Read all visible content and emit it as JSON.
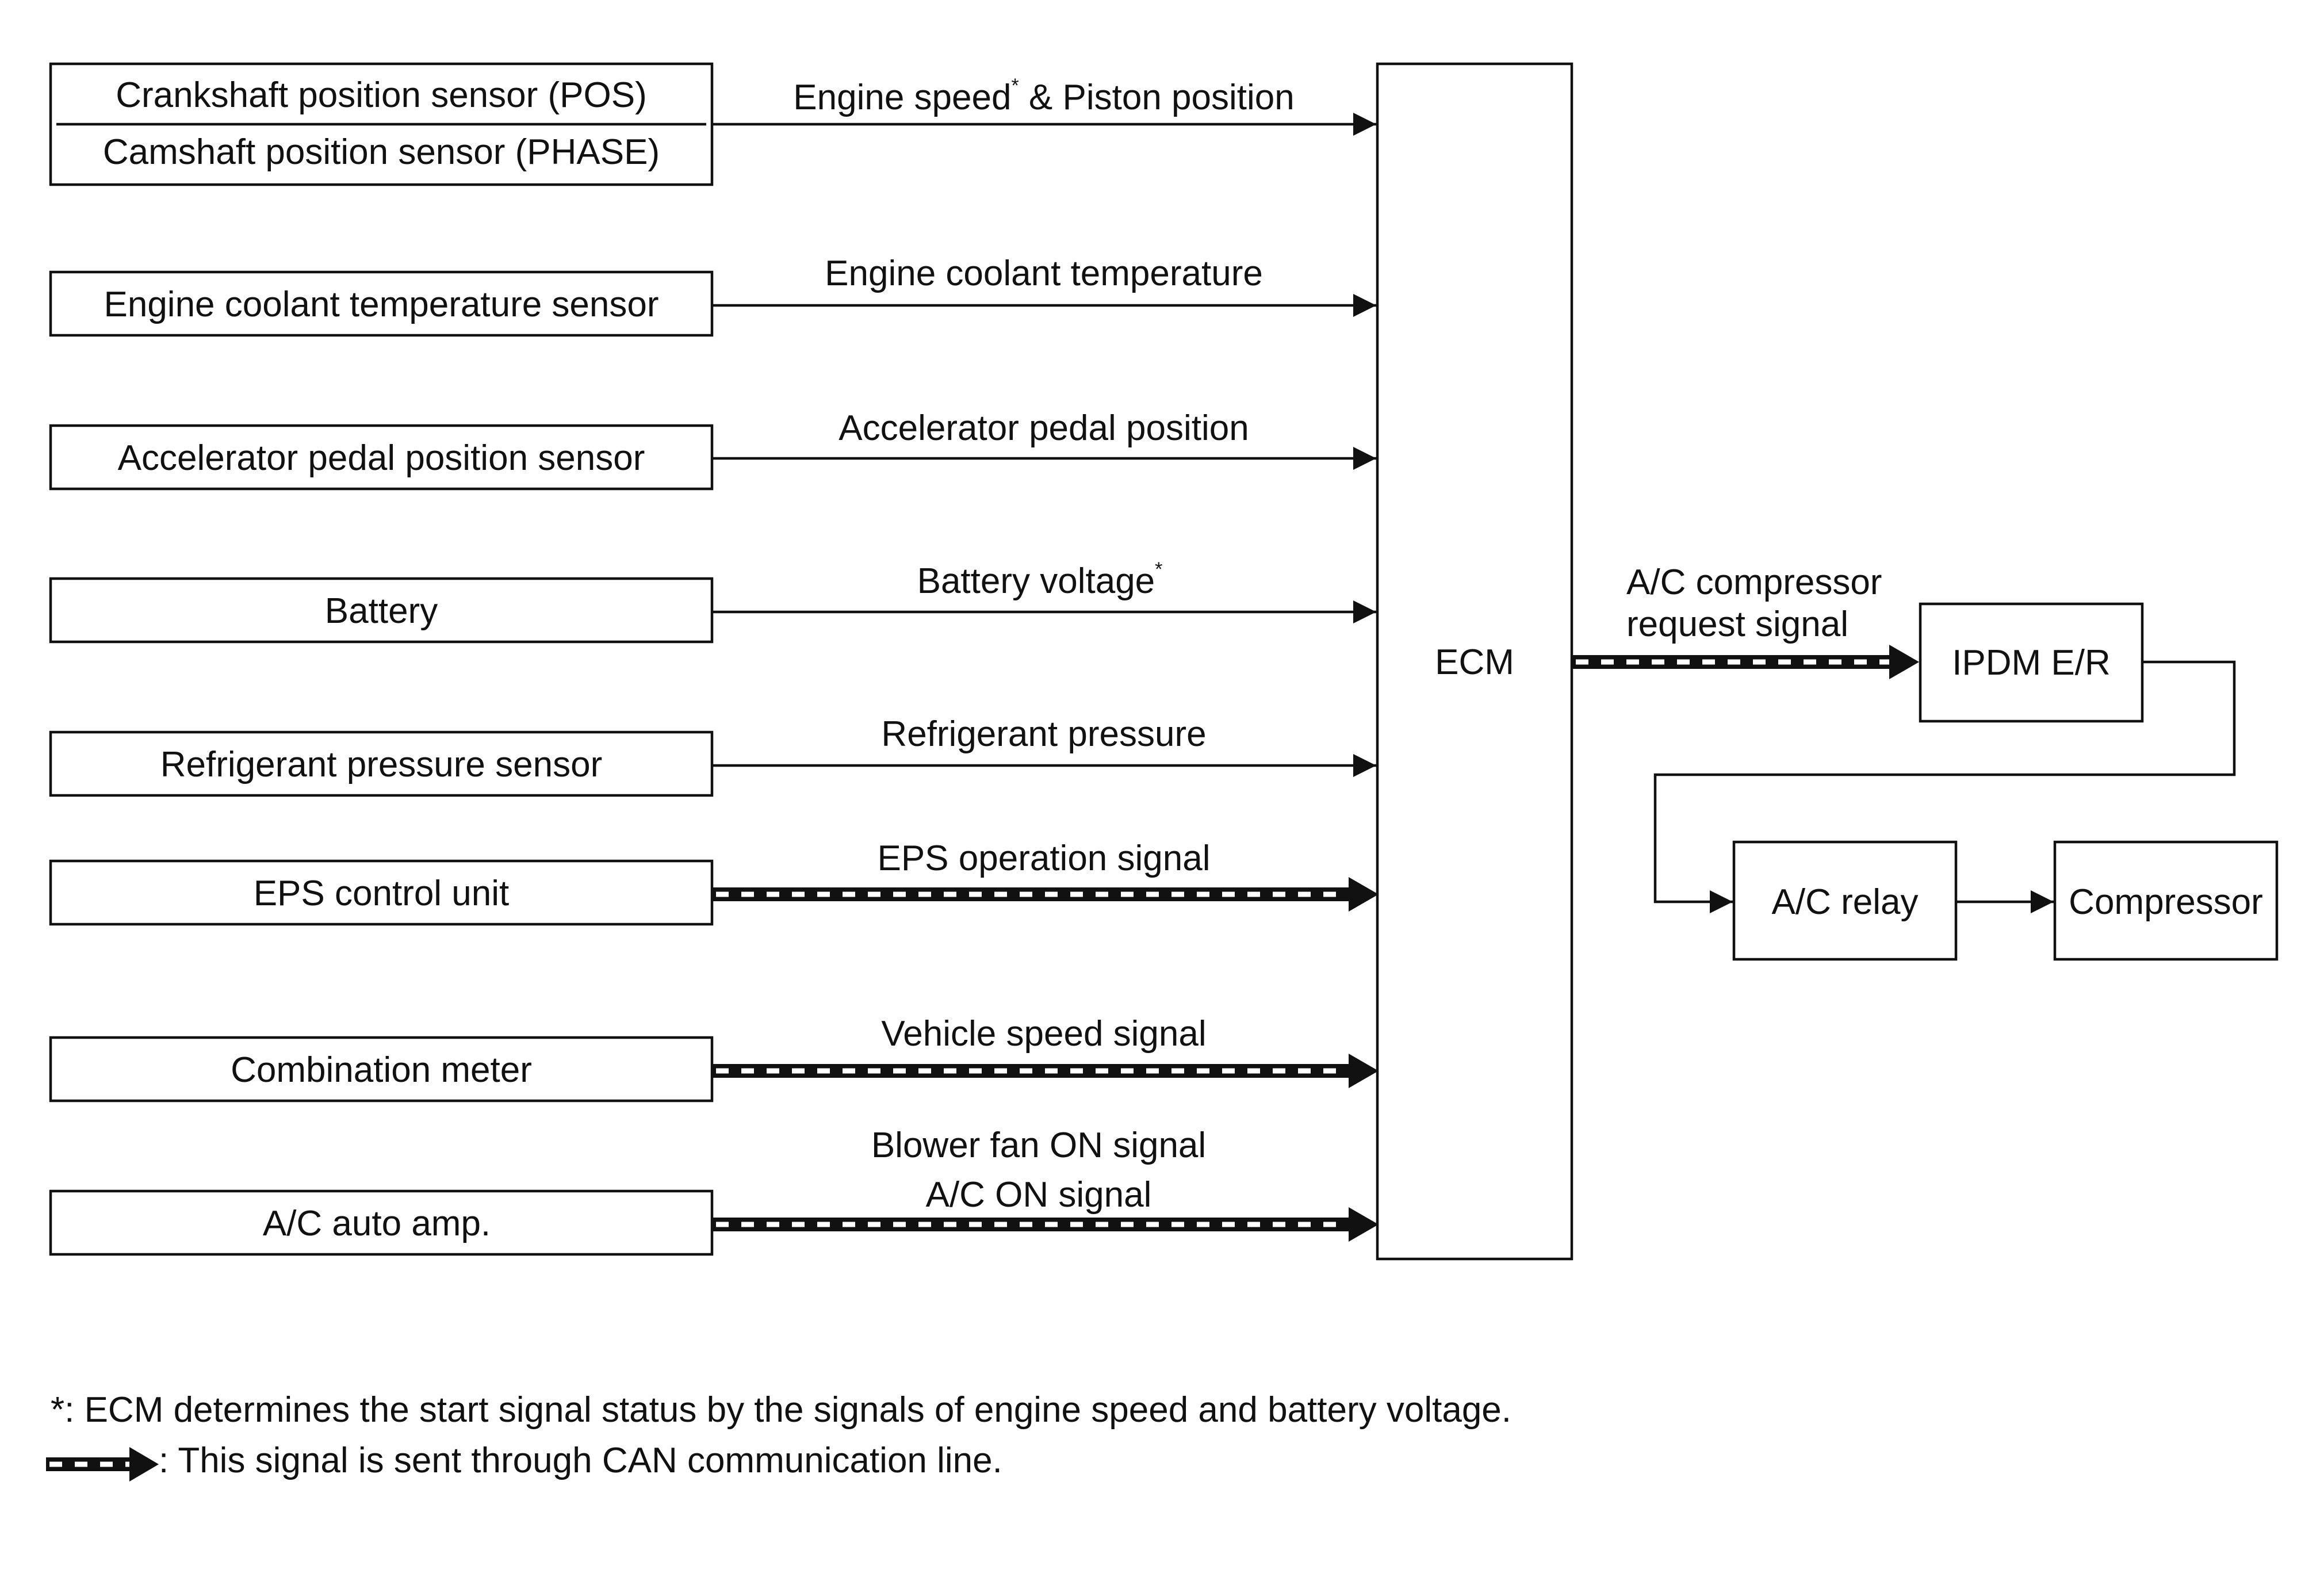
{
  "sources": {
    "crankshaft": "Crankshaft position sensor (POS)",
    "camshaft": "Camshaft position sensor (PHASE)",
    "coolant_sensor": "Engine coolant temperature sensor",
    "accel_sensor": "Accelerator pedal position sensor",
    "battery": "Battery",
    "refrigerant_sensor": "Refrigerant pressure sensor",
    "eps_unit": "EPS control unit",
    "combination_meter": "Combination meter",
    "ac_auto_amp": "A/C auto amp."
  },
  "signals": {
    "engine_speed": "Engine speed",
    "engine_speed_mark": "*",
    "piston_position": " & Piston position",
    "coolant_temp": "Engine coolant temperature",
    "accel_position": "Accelerator pedal position",
    "battery_voltage": "Battery voltage",
    "battery_voltage_mark": "*",
    "refrigerant_pressure": "Refrigerant pressure",
    "eps_operation": "EPS operation signal",
    "vehicle_speed": "Vehicle speed signal",
    "blower_fan_on": "Blower fan ON signal",
    "ac_on": "A/C ON signal",
    "ac_request_line1": "A/C compressor",
    "ac_request_line2": "request signal"
  },
  "controllers": {
    "ecm": "ECM",
    "ipdm": "IPDM E/R",
    "ac_relay": "A/C relay",
    "compressor": "Compressor"
  },
  "notes": {
    "asterisk": "*: ECM determines the start signal status by the signals of engine speed and battery voltage.",
    "can_line": ": This signal is sent through CAN communication line."
  },
  "colors": {
    "line": "#111111",
    "background": "#ffffff"
  }
}
